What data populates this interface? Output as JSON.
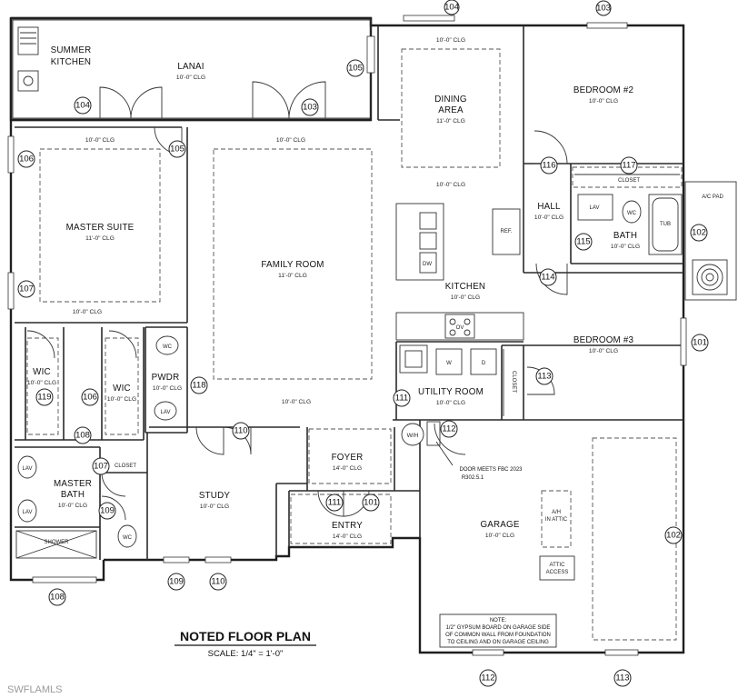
{
  "rooms": {
    "summer_kitchen": {
      "line1": "SUMMER",
      "line2": "KITCHEN"
    },
    "lanai": {
      "name": "LANAI",
      "ceiling": "10'-0\" CLG"
    },
    "dining": {
      "line1": "DINING",
      "line2": "AREA",
      "ceiling": "11'-0\" CLG",
      "ceiling_top": "10'-0\" CLG",
      "ceiling_bottom": "10'-0\" CLG"
    },
    "bedroom2": {
      "name": "BEDROOM #2",
      "ceiling": "10'-0\" CLG"
    },
    "master_suite": {
      "name": "MASTER SUITE",
      "ceiling": "11'-0\" CLG",
      "ceiling_top": "10'-0\" CLG",
      "ceiling_bottom": "10'-0\" CLG"
    },
    "family_room": {
      "name": "FAMILY ROOM",
      "ceiling": "11'-0\" CLG",
      "ceiling_top": "10'-0\" CLG",
      "ceiling_bottom": "10'-0\" CLG"
    },
    "hall": {
      "name": "HALL",
      "ceiling": "10'-0\" CLG"
    },
    "closet_top": {
      "name": "CLOSET"
    },
    "bath": {
      "name": "BATH",
      "ceiling": "10'-0\" CLG"
    },
    "kitchen": {
      "name": "KITCHEN",
      "ceiling": "10'-0\" CLG"
    },
    "bedroom3": {
      "name": "BEDROOM #3",
      "ceiling": "10'-0\" CLG"
    },
    "wic_left": {
      "name": "WIC",
      "ceiling": "10'-0\" CLG"
    },
    "wic_right": {
      "name": "WIC",
      "ceiling": "10'-0\" CLG"
    },
    "pwdr": {
      "name": "PWDR",
      "ceiling": "10'-0\" CLG"
    },
    "utility": {
      "name": "UTILITY ROOM",
      "ceiling": "10'-0\" CLG"
    },
    "closet_util": {
      "name": "CLOSET"
    },
    "closet_master": {
      "name": "CLOSET"
    },
    "foyer": {
      "name": "FOYER",
      "ceiling": "14'-0\" CLG"
    },
    "master_bath": {
      "line1": "MASTER",
      "line2": "BATH",
      "ceiling": "10'-0\" CLG"
    },
    "study": {
      "name": "STUDY",
      "ceiling": "10'-0\" CLG"
    },
    "entry": {
      "name": "ENTRY",
      "ceiling": "14'-0\" CLG"
    },
    "garage": {
      "name": "GARAGE",
      "ceiling": "10'-0\" CLG"
    },
    "shower": {
      "name": "SHOWER"
    },
    "ac_pad": {
      "name": "A/C PAD"
    },
    "ah": {
      "line1": "A/H",
      "line2": "IN ATTIC"
    },
    "attic_access": {
      "line1": "ATTIC",
      "line2": "ACCESS"
    },
    "family_bottom_ceiling": "10'-0\" CLG"
  },
  "fixtures": {
    "ref": "REF.",
    "wc": "WC",
    "lav": "LAV",
    "tub": "TUB",
    "ov": "OV",
    "dw": "DW",
    "washer": "W",
    "dryer": "D",
    "wh": "W/H"
  },
  "door_note": {
    "line1": "DOOR MEETS FBC 2023",
    "line2": "R302.5.1"
  },
  "garage_note": {
    "title": "NOTE:",
    "line1": "1/2\" GYPSUM BOARD ON GARAGE SIDE",
    "line2": "OF COMMON WALL FROM FOUNDATION",
    "line3": "TO CEILING AND ON GARAGE CEILING"
  },
  "plan_title": "NOTED FLOOR PLAN",
  "plan_scale": "SCALE: 1/4\" = 1'-0\"",
  "watermark": "SWFLAMLS",
  "tags": {
    "t104_top": "104",
    "t103_top": "103",
    "t105_lanai": "105",
    "t104_lanai": "104",
    "t103_lanai": "103",
    "t105_master": "105",
    "t106_master": "106",
    "t107_master": "107",
    "t116": "116",
    "t117": "117",
    "t115": "115",
    "t102_ac": "102",
    "t114": "114",
    "t101_bed3": "101",
    "t113": "113",
    "t118": "118",
    "t119": "119",
    "t106_wic": "106",
    "t108_wic": "108",
    "t107_closet": "107",
    "t109_bath": "109",
    "t110_study": "110",
    "t111_util": "111",
    "t112": "112",
    "t111_entry": "111",
    "t101_entry": "101",
    "t102_garage": "102",
    "t109_bottom": "109",
    "t110_bottom": "110",
    "t108_bottom": "108",
    "t112_bottom": "112",
    "t113_bottom": "113"
  }
}
